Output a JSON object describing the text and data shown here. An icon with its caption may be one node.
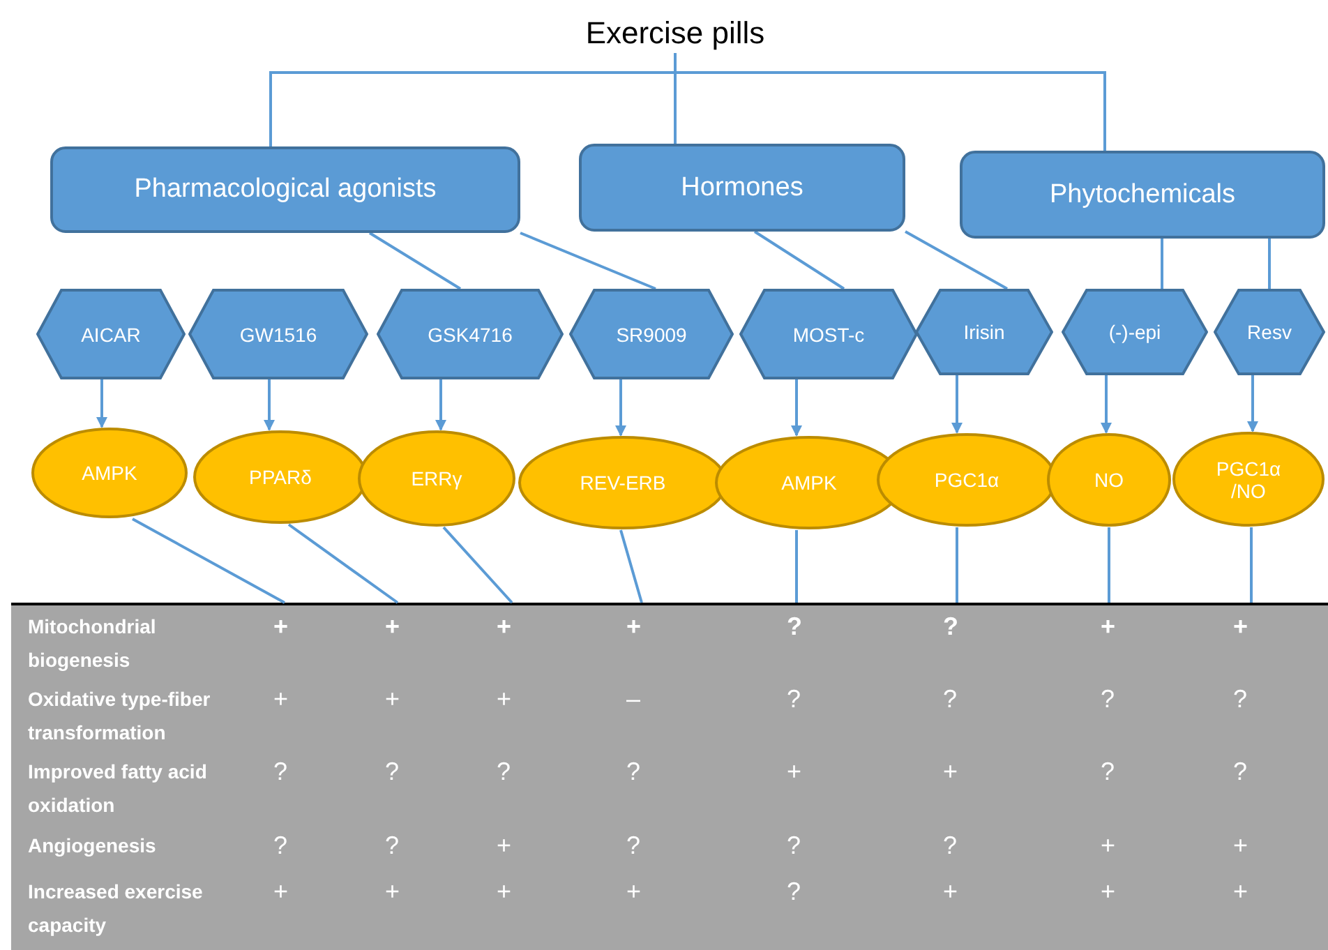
{
  "diagram": {
    "nodes": [
      {
        "text": [
          "Exercise pills"
        ]
      },
      {
        "text": [
          "Pharmacological agonists"
        ]
      },
      {
        "text": [
          "Hormones"
        ]
      },
      {
        "text": [
          "Phytochemicals"
        ]
      },
      {
        "text": [
          "AICAR"
        ]
      },
      {
        "text": [
          "GW1516"
        ]
      },
      {
        "text": [
          "GSK4716"
        ]
      },
      {
        "text": [
          "SR9009"
        ]
      },
      {
        "text": [
          "MOST-c"
        ]
      },
      {
        "text": [
          "Irisin"
        ]
      },
      {
        "text": [
          "(-)-epi"
        ]
      },
      {
        "text": [
          "Resv"
        ]
      },
      {
        "text": [
          "AMPK"
        ]
      },
      {
        "text": [
          "PPARδ"
        ]
      },
      {
        "text": [
          "ERRγ"
        ]
      },
      {
        "text": [
          "REV-ERB"
        ]
      },
      {
        "text": [
          "AMPK"
        ]
      },
      {
        "text": [
          "PGC1α"
        ]
      },
      {
        "text": [
          "NO"
        ]
      },
      {
        "text": [
          "PGC1α /NO"
        ]
      }
    ],
    "edges": [
      {
        "from": 0,
        "to": 1,
        "arrow": "none"
      },
      {
        "from": 0,
        "to": 2,
        "arrow": "none"
      },
      {
        "from": 0,
        "to": 3,
        "arrow": "none"
      },
      {
        "from": 1,
        "to": 6,
        "arrow": "none"
      },
      {
        "from": 1,
        "to": 7,
        "arrow": "none"
      },
      {
        "from": 2,
        "to": 8,
        "arrow": "none"
      },
      {
        "from": 2,
        "to": 9,
        "arrow": "none"
      },
      {
        "from": 3,
        "to": 10,
        "arrow": "none"
      },
      {
        "from": 3,
        "to": 11,
        "arrow": "none"
      },
      {
        "from": 4,
        "to": 12,
        "arrow": "to"
      },
      {
        "from": 5,
        "to": 13,
        "arrow": "to"
      },
      {
        "from": 6,
        "to": 14,
        "arrow": "to"
      },
      {
        "from": 7,
        "to": 15,
        "arrow": "to"
      },
      {
        "from": 8,
        "to": 16,
        "arrow": "to"
      },
      {
        "from": 9,
        "to": 17,
        "arrow": "to"
      },
      {
        "from": 10,
        "to": 18,
        "arrow": "to"
      },
      {
        "from": 11,
        "to": 19,
        "arrow": "to"
      },
      {
        "from": 12,
        "to": null,
        "arrow": "none"
      },
      {
        "from": 13,
        "to": null,
        "arrow": "none"
      },
      {
        "from": 14,
        "to": null,
        "arrow": "none"
      },
      {
        "from": 15,
        "to": null,
        "arrow": "none"
      },
      {
        "from": 16,
        "to": null,
        "arrow": "none"
      },
      {
        "from": 17,
        "to": null,
        "arrow": "none"
      },
      {
        "from": 18,
        "to": null,
        "arrow": "none"
      },
      {
        "from": 19,
        "to": null,
        "arrow": "none"
      }
    ],
    "labels": [
      "Mitochondrial biogenesis",
      "+",
      "+",
      "+",
      "+",
      "?",
      "?",
      "+",
      "+",
      "Oxidative type-fiber transformation",
      "+",
      "+",
      "+",
      "–",
      "?",
      "?",
      "?",
      "?",
      "Improved fatty acid oxidation",
      "?",
      "?",
      "?",
      "?",
      "+",
      "+",
      "?",
      "?",
      "Angiogenesis",
      "?",
      "?",
      "+",
      "?",
      "?",
      "?",
      "+",
      "+",
      "Increased exercise capacity",
      "+",
      "+",
      "+",
      "+",
      "?",
      "+",
      "+",
      "+"
    ]
  }
}
